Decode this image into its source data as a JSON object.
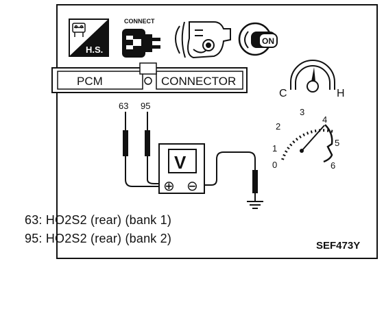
{
  "icons": {
    "hs_label": "H.S.",
    "connect_label": "CONNECT",
    "ignition_label": "ON"
  },
  "pcm_connector": {
    "left_label": "PCM",
    "right_label": "CONNECTOR"
  },
  "probes": {
    "left_pin": "63",
    "right_pin": "95"
  },
  "voltmeter": {
    "label": "V",
    "plus": "⊕",
    "minus": "⊖"
  },
  "temp_gauge": {
    "cold_label": "C",
    "hot_label": "H"
  },
  "tachometer": {
    "ticks": [
      "0",
      "1",
      "2",
      "3",
      "4",
      "5",
      "6"
    ]
  },
  "legend": [
    "63: HO2S2 (rear) (bank 1)",
    "95: HO2S2 (rear) (bank 2)"
  ],
  "figure_id": "SEF473Y"
}
